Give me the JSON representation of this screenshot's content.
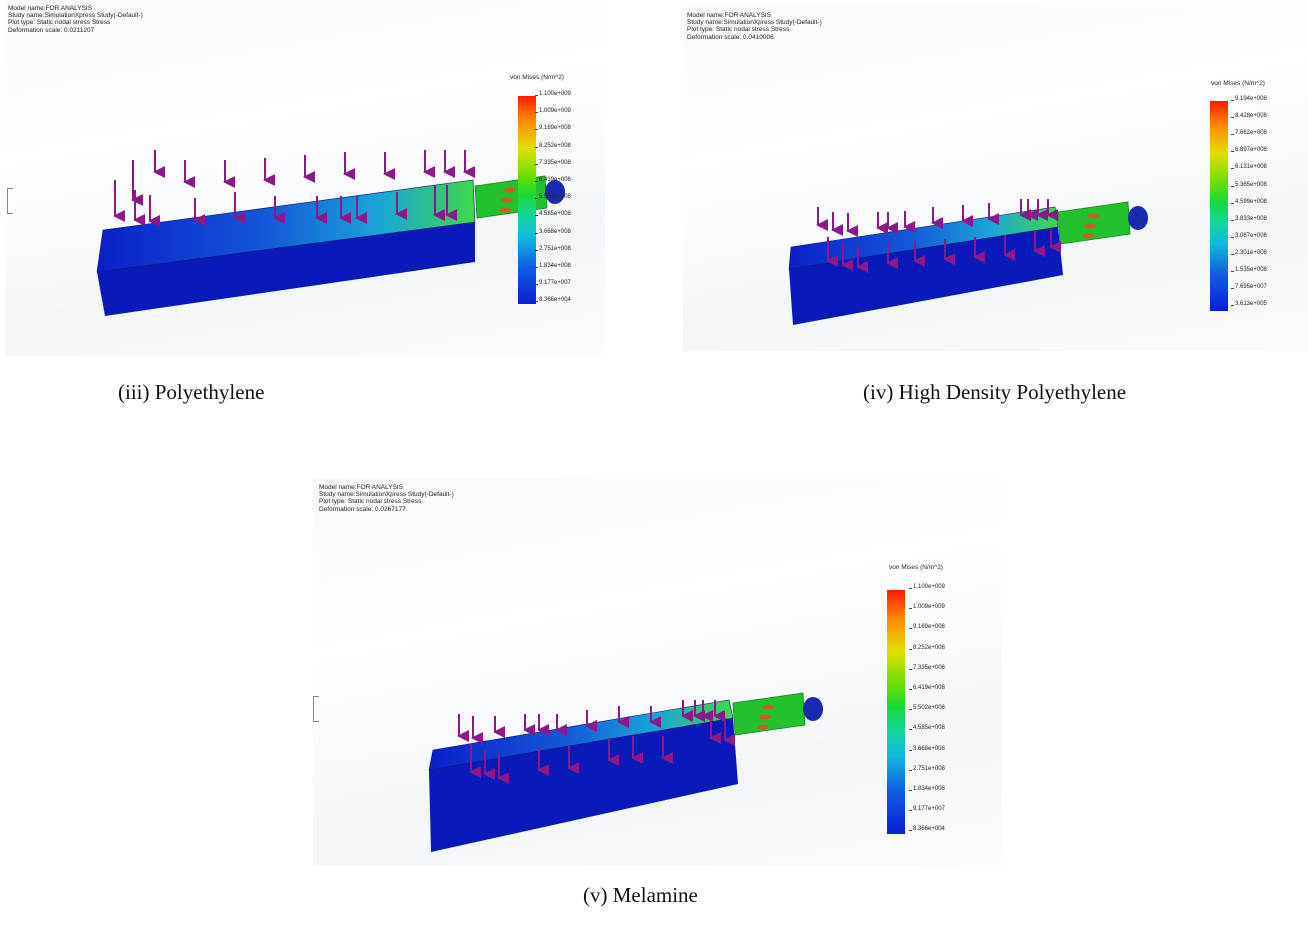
{
  "panels": [
    {
      "info": "Model name:FOR ANALYSIS\nStudy name:SimulationXpress Study(-Default-)\nPlot type: Static nodal stress Stress\nDeformation scale: 0.0211207",
      "legend_title": "von Mises (N/m^2)",
      "ticks": [
        "1.100e+009",
        "1.009e+009",
        "9.169e+008",
        "8.252e+008",
        "7.335e+008",
        "6.419e+008",
        "5.502e+008",
        "4.585e+008",
        "3.668e+008",
        "2.751e+008",
        "1.834e+008",
        "9.177e+007",
        "8.366e+004"
      ],
      "caption": "(iii) Polyethylene"
    },
    {
      "info": "Model name:FOR ANALYSIS\nStudy name:SimulationXpress Study(-Default-)\nPlot type: Static nodal stress Stress\nDeformation scale: 0.0410006",
      "legend_title": "von Mises (N/m^2)",
      "ticks": [
        "9.194e+008",
        "8.428e+008",
        "7.662e+008",
        "6.897e+008",
        "6.131e+008",
        "5.365e+008",
        "4.599e+008",
        "3.833e+008",
        "3.067e+008",
        "2.301e+008",
        "1.535e+008",
        "7.695e+007",
        "3.613e+005"
      ],
      "caption": "(iv) High Density Polyethylene"
    },
    {
      "info": "Model name:FOR ANALYSIS\nStudy name:SimulationXpress Study(-Default-)\nPlot type: Static nodal stress Stress\nDeformation scale: 0.0267177",
      "legend_title": "von Mises (N/m^2)",
      "ticks": [
        "1.100e+009",
        "1.009e+009",
        "9.169e+008",
        "8.252e+008",
        "7.335e+008",
        "6.419e+008",
        "5.502e+008",
        "4.585e+008",
        "3.668e+008",
        "2.751e+008",
        "1.834e+008",
        "9.177e+007",
        "8.366e+004"
      ],
      "caption": "(v) Melamine"
    }
  ],
  "colors": {
    "arrow": "#8a1a8a",
    "beam_low": "#0a1fc8",
    "beam_mid": "#1aa6d8",
    "beam_high": "#3fd84a",
    "bracket": "#22c22e",
    "background": "#ffffff"
  }
}
